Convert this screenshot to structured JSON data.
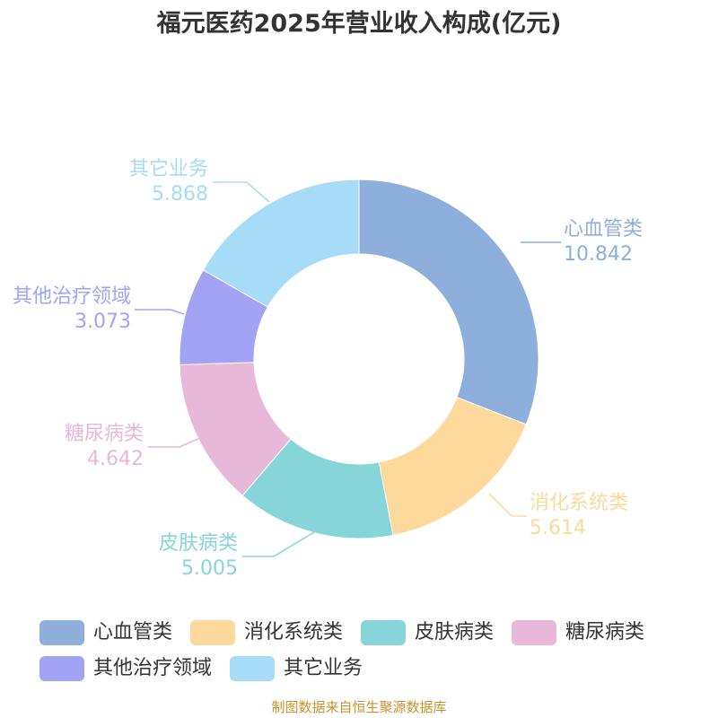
{
  "title": "福元医药2025年营业收入构成(亿元)",
  "footer": "制图数据来自恒生聚源数据库",
  "chart_data": {
    "type": "pie",
    "title": "福元医药2025年营业收入构成(亿元)",
    "donut": true,
    "legend_position": "bottom",
    "categories": [
      "心血管类",
      "消化系统类",
      "皮肤病类",
      "糖尿病类",
      "其他治疗领域",
      "其它业务"
    ],
    "values": [
      10.842,
      5.614,
      5.005,
      4.642,
      3.073,
      5.868
    ],
    "labels": [
      "10.842",
      "5.614",
      "5.005",
      "4.642",
      "3.073",
      "5.868"
    ],
    "colors": [
      "#8eaedb",
      "#fdd99b",
      "#86d5d9",
      "#e7b8d8",
      "#a3a3f5",
      "#a6dcf8"
    ]
  }
}
